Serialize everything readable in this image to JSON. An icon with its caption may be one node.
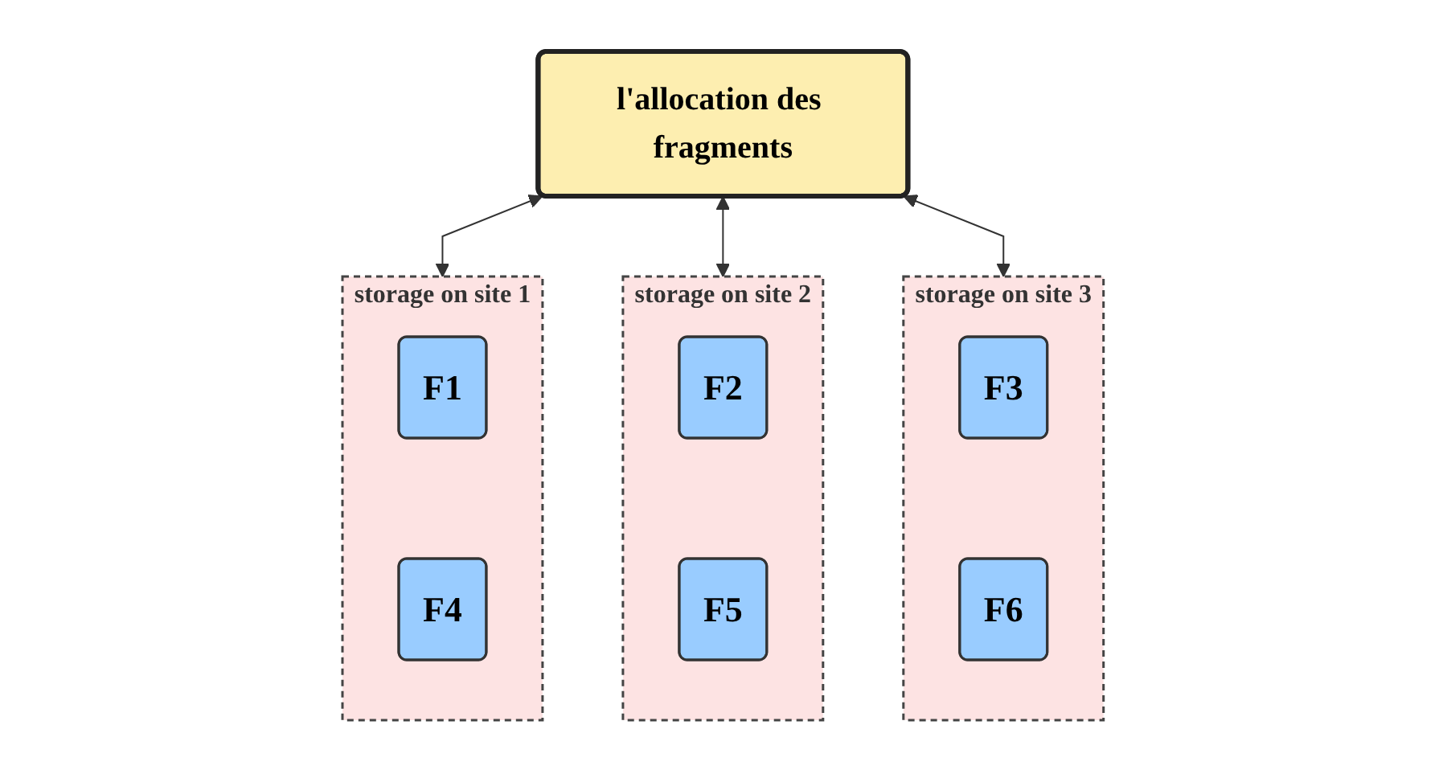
{
  "diagram": {
    "nodes": [
      {
        "text": [
          "l'allocation des fragments"
        ]
      },
      {
        "text": [
          "storage on site 1"
        ]
      },
      {
        "text": [
          "F1"
        ],
        "in": 1
      },
      {
        "text": [
          "F4"
        ],
        "in": 1
      },
      {
        "text": [
          "storage on site 2"
        ]
      },
      {
        "text": [
          "F2"
        ],
        "in": 4
      },
      {
        "text": [
          "F5"
        ],
        "in": 4
      },
      {
        "text": [
          "storage on site 3"
        ]
      },
      {
        "text": [
          "F3"
        ],
        "in": 7
      },
      {
        "text": [
          "F6"
        ],
        "in": 7
      }
    ],
    "edges": [
      {
        "from": 0,
        "to": 1,
        "arrow": "both"
      },
      {
        "from": 0,
        "to": 4,
        "arrow": "both"
      },
      {
        "from": 0,
        "to": 7,
        "arrow": "both"
      }
    ]
  }
}
